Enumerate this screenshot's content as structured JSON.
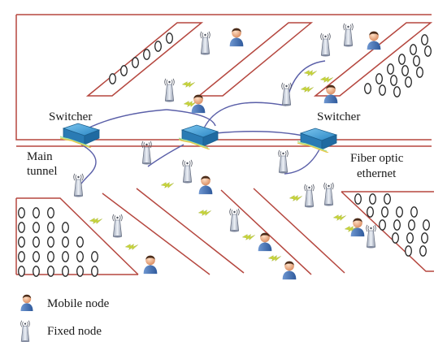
{
  "labels": {
    "switcher_left": "Switcher",
    "switcher_right": "Switcher",
    "main_tunnel_line1": "Main",
    "main_tunnel_line2": "tunnel",
    "fiber_line1": "Fiber optic",
    "fiber_line2": "ethernet"
  },
  "legend": {
    "mobile": "Mobile node",
    "fixed": "Fixed node"
  },
  "colors": {
    "wall": "#b5473f",
    "cable": "#5a5fa8",
    "wireless": "#c8d53a",
    "switch": "#2c8fc9",
    "skin": "#f2b48c",
    "person_body": "#3f6fb4"
  },
  "icons": {
    "antenna": "fixed-node-antenna-icon",
    "person": "mobile-node-person-icon",
    "switch": "network-switch-icon",
    "bolt": "wireless-link-icon"
  }
}
